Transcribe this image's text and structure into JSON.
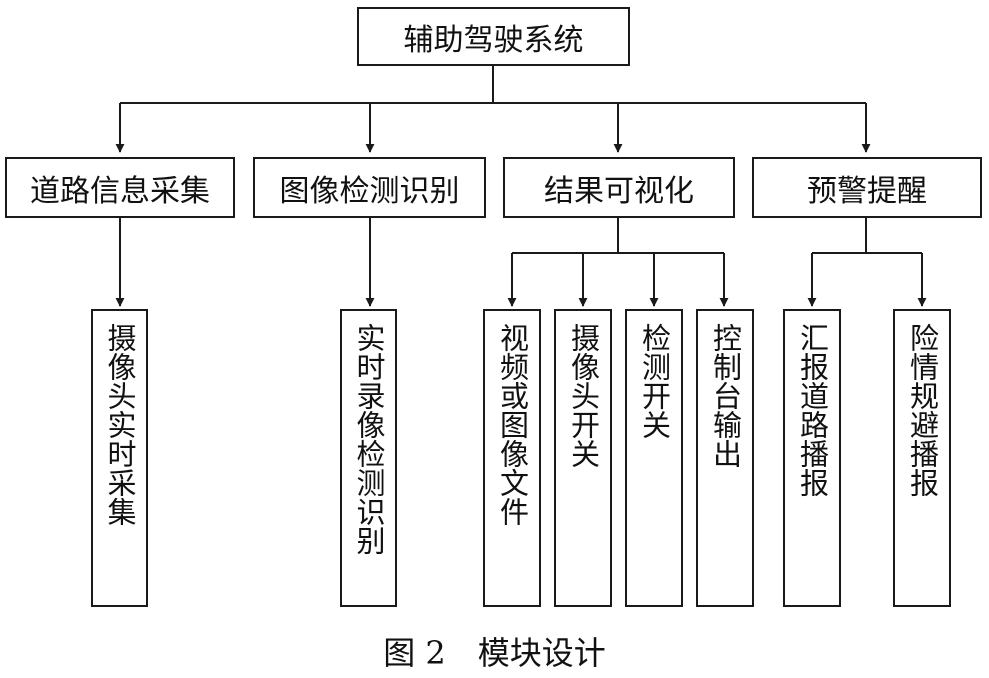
{
  "root": {
    "label": "辅助驾驶系统"
  },
  "modules": [
    {
      "label": "道路信息采集",
      "children": [
        "摄像头实时采集"
      ]
    },
    {
      "label": "图像检测识别",
      "children": [
        "实时录像检测识别"
      ]
    },
    {
      "label": "结果可视化",
      "children": [
        "视频或图像文件",
        "摄像头开关",
        "检测开关",
        "控制台输出"
      ]
    },
    {
      "label": "预警提醒",
      "children": [
        "汇报道路播报",
        "险情规避播报"
      ]
    }
  ],
  "caption": "图 2　模块设计"
}
